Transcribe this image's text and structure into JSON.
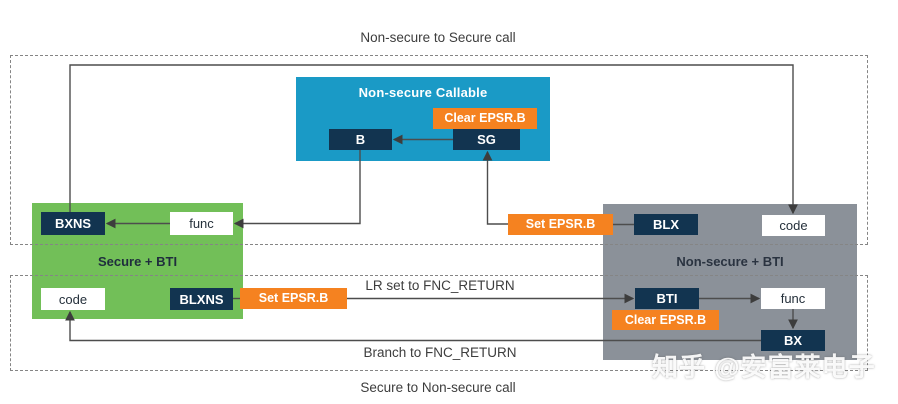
{
  "diagram": {
    "title_top": "Non-secure to Secure call",
    "title_bottom": "Secure to Non-secure call",
    "flow_labels": {
      "lr_set": "LR set to FNC_RETURN",
      "branch": "Branch to FNC_RETURN"
    },
    "regions": {
      "ns_callable": {
        "label": "Non-secure Callable",
        "color": "#1a9ac6"
      },
      "secure_bti": {
        "label": "Secure + BTI",
        "color": "#72bf58"
      },
      "nonsecure_bti": {
        "label": "Non-secure + BTI",
        "color": "#8b9199"
      }
    },
    "nodes": {
      "b": {
        "label": "B"
      },
      "sg": {
        "label": "SG"
      },
      "clear_epsr_top": {
        "label": "Clear EPSR.B"
      },
      "bxns": {
        "label": "BXNS"
      },
      "func_secure": {
        "label": "func"
      },
      "code_secure": {
        "label": "code"
      },
      "blxns": {
        "label": "BLXNS"
      },
      "set_epsr_bottom": {
        "label": "Set EPSR.B"
      },
      "set_epsr_top": {
        "label": "Set EPSR.B"
      },
      "blx": {
        "label": "BLX"
      },
      "code_nonsecure": {
        "label": "code"
      },
      "bti": {
        "label": "BTI"
      },
      "clear_epsr_bottom": {
        "label": "Clear EPSR.B"
      },
      "func_nonsecure": {
        "label": "func"
      },
      "bx": {
        "label": "BX"
      }
    },
    "colors": {
      "instruction_box": "#123450",
      "epsr_box": "#f58220",
      "connector_line": "#4d4d4d",
      "dashed_border": "#858585"
    },
    "watermark": "知乎 @安富莱电子"
  }
}
